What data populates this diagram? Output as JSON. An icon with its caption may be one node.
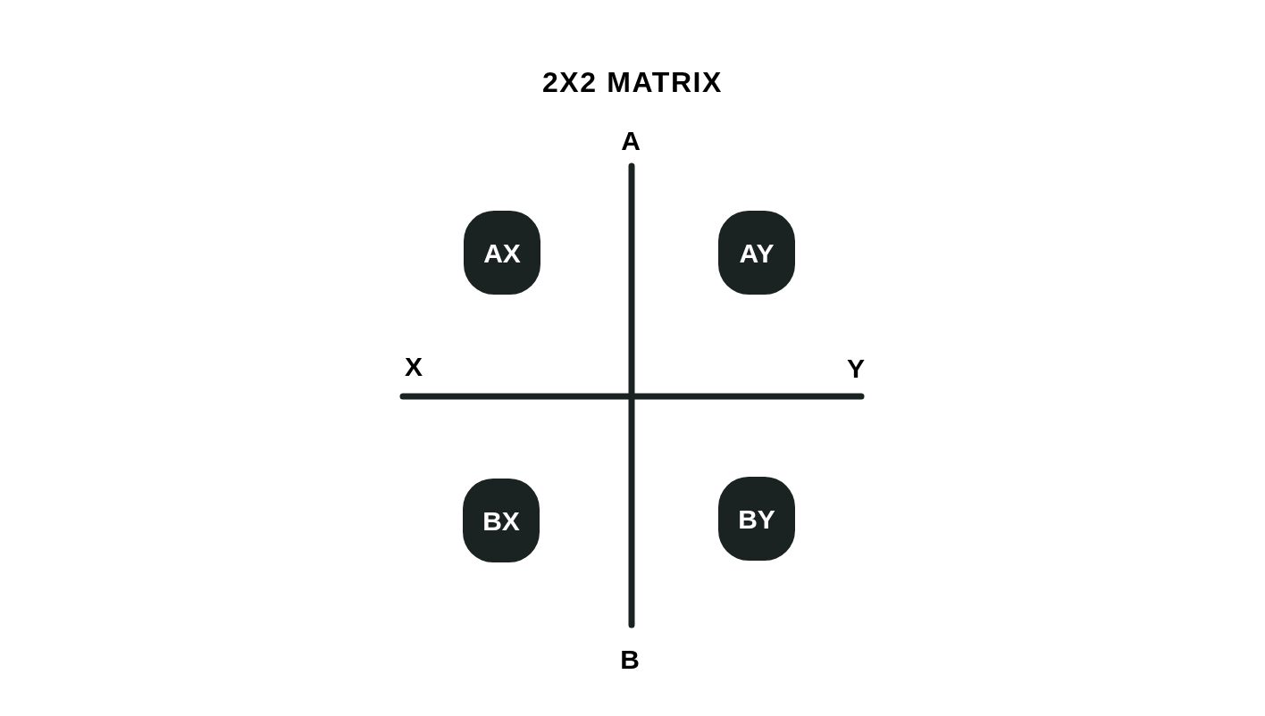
{
  "diagram": {
    "title": "2X2 MATRIX",
    "nodes": [
      {
        "text": [
          "AX"
        ]
      },
      {
        "text": [
          "AY"
        ]
      },
      {
        "text": [
          "BX"
        ]
      },
      {
        "text": [
          "BY"
        ]
      }
    ],
    "labels": [
      "A",
      "X",
      "Y",
      "B"
    ]
  }
}
